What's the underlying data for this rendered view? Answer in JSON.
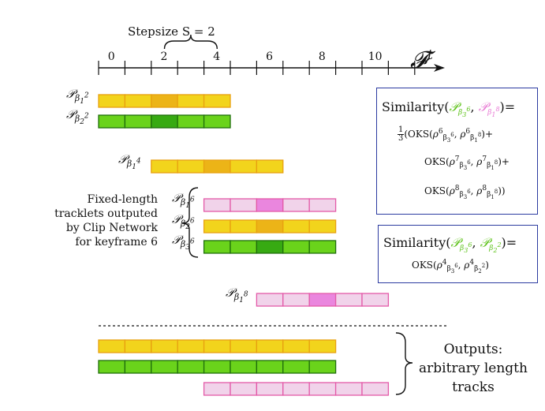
{
  "colors": {
    "yellow": "#f2d41c",
    "yellow_dark": "#ecb417",
    "yellow_border": "#e8a010",
    "green": "#6ad31b",
    "green_dark": "#37aa12",
    "green_border": "#1f6e0c",
    "pink": "#f1d3ea",
    "pink_dark": "#ea86de",
    "pink_border": "#e35aa8",
    "box_border": "#2b3aa0",
    "green_text": "#5ec21a",
    "pink_text": "#e87ad4"
  },
  "axis": {
    "ticks": [
      "0",
      "2",
      "4",
      "6",
      "8",
      "10"
    ],
    "label": "𝓕",
    "label_sup": "t"
  },
  "stepsize_label": "Stepsize S = 2",
  "tracklet_labels": [
    {
      "P": "𝒫",
      "beta": "β",
      "sub": "1",
      "sup": "2"
    },
    {
      "P": "𝒫",
      "beta": "β",
      "sub": "2",
      "sup": "2"
    },
    {
      "P": "𝒫",
      "beta": "β",
      "sub": "1",
      "sup": "4"
    },
    {
      "P": "𝒫",
      "beta": "β",
      "sub": "1",
      "sup": "6"
    },
    {
      "P": "𝒫",
      "beta": "β",
      "sub": "2",
      "sup": "6"
    },
    {
      "P": "𝒫",
      "beta": "β",
      "sub": "3",
      "sup": "6"
    },
    {
      "P": "𝒫",
      "beta": "β",
      "sub": "1",
      "sup": "8"
    }
  ],
  "clip_text": [
    "Fixed-length",
    "tracklets outputed",
    "by Clip Network",
    "for keyframe 6"
  ],
  "outputs_text": [
    "Outputs:",
    "arbitrary length",
    "tracks"
  ],
  "similarity1": {
    "prefix": "Similarity(",
    "suffix": ")=",
    "line2": "(OKS(",
    "line2_end": ")+",
    "line3": "OKS(",
    "line3_end": ")+",
    "line4": "OKS(",
    "line4_end": "))",
    "frac_num": "1",
    "frac_den": "3",
    "rho": "ρ"
  },
  "similarity2": {
    "prefix": "Similarity(",
    "suffix": ")=",
    "line2": "OKS(",
    "line2_end": ")",
    "rho": "ρ"
  }
}
